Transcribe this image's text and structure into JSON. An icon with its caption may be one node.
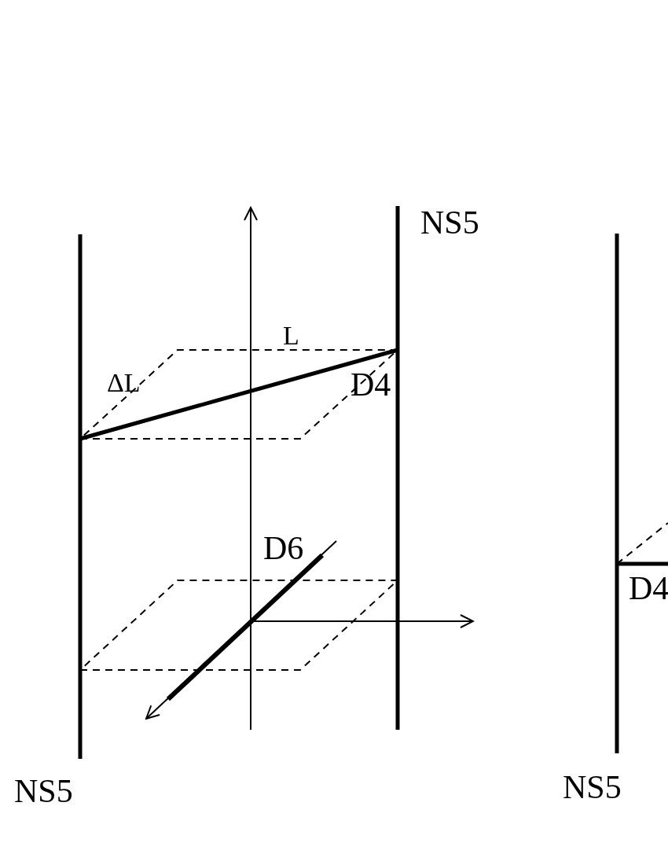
{
  "diagram": {
    "labels": [
      "NS5",
      "L",
      "ΔL",
      "D4",
      "D6",
      "D4",
      "NS5",
      "NS5"
    ]
  }
}
